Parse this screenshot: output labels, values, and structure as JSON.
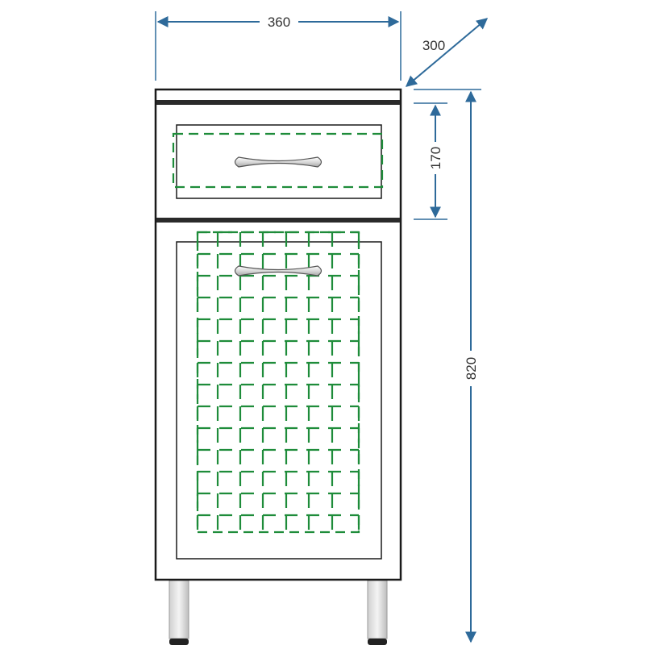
{
  "dimensions": {
    "width": "360",
    "depth": "300",
    "drawer_height": "170",
    "total_height": "820"
  },
  "colors": {
    "dimension_line": "#2e6a9a",
    "dimension_text": "#333333",
    "cabinet_outline": "#1a1a1a",
    "basket_dashes": "#1e8c3a",
    "leg_fill": "#e6e6e6",
    "leg_stroke": "#9a9a9a"
  },
  "icons": {
    "drawer_handle": "handle-icon",
    "door_handle": "handle-icon"
  }
}
